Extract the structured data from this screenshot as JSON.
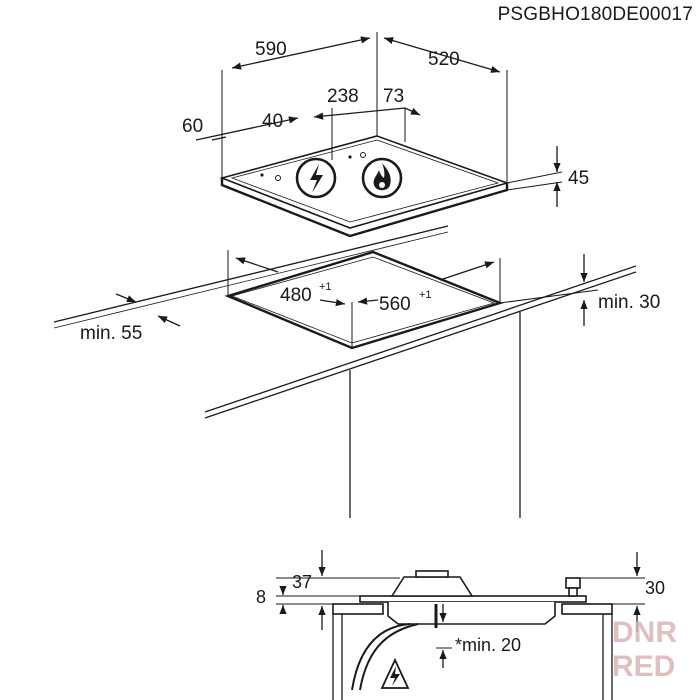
{
  "diagram": {
    "code": "PSGBHO180DE00017",
    "dims": {
      "width": "590",
      "depth": "520",
      "d238": "238",
      "d73": "73",
      "d60": "60",
      "d40": "40",
      "d45": "45",
      "cut_depth": "480",
      "cut_depth_tol": "+1",
      "cut_width": "560",
      "cut_width_tol": "+1",
      "min_front": "min. 55",
      "min_wall": "min. 30",
      "d8": "8",
      "d37": "37",
      "d30": "30",
      "min_below": "*min. 20"
    },
    "watermark": {
      "line1": "DNR",
      "line2": "RED",
      "color": "#d9b7b3"
    }
  }
}
